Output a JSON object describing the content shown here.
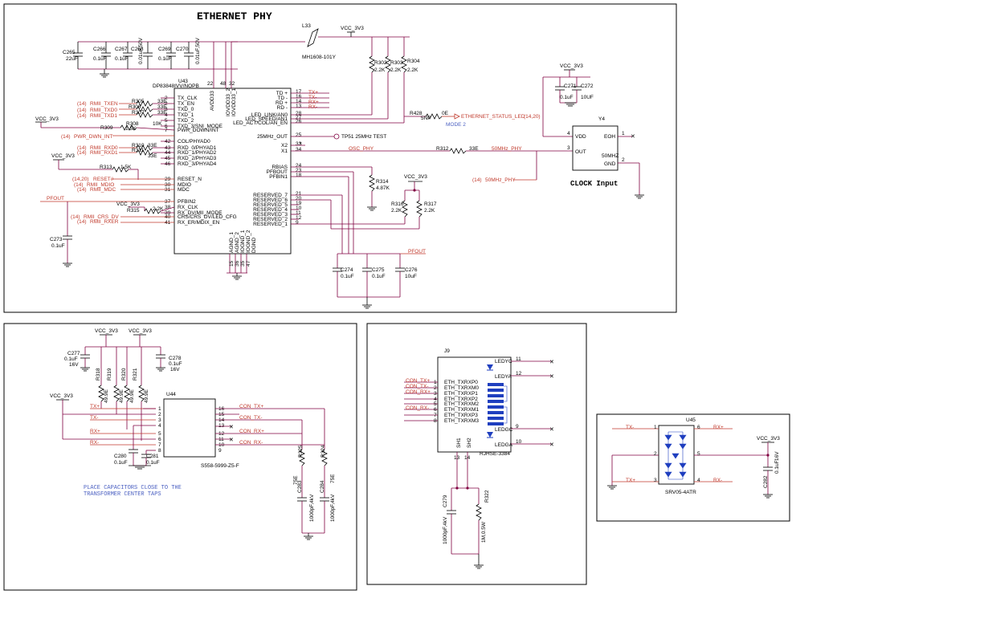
{
  "titles": {
    "main": "ETHERNET PHY",
    "clock": "CLOCK Input"
  },
  "notes": {
    "caps_line1": "PLACE CAPACITORS CLOSE TO THE",
    "caps_line2": "TRANSFORMER CENTER TAPS"
  },
  "nets": {
    "vcc": "VCC_3V3",
    "pfout": "PFOUT",
    "osc": "OSC_PHY",
    "phy50": "50MHz_PHY",
    "eth_status": "ETHERNET_STATUS_LED",
    "mode": "MODE 2",
    "tp": "TP51 25MHz TEST",
    "ref": "(14,20)",
    "ref14": "(14)"
  },
  "u43": {
    "ref": "U43",
    "part": "DP83848IVV/NOPB",
    "left_pins": [
      {
        "num": "2",
        "name": "TX_CLK"
      },
      {
        "num": "2",
        "name": "TX_EN"
      },
      {
        "num": "3",
        "name": "TXD_0"
      },
      {
        "num": "4",
        "name": "TXD_1"
      },
      {
        "num": "5",
        "name": "TXD_2"
      },
      {
        "num": "6",
        "name": "TXD_3/SNI_MODE"
      },
      {
        "num": "7",
        "name": "PWR_DOWN/INT"
      },
      {
        "num": "42",
        "name": "COL/PHYAD0"
      },
      {
        "num": "43",
        "name": "RXD_0/PHYAD1"
      },
      {
        "num": "44",
        "name": "RXD_1/PHYAD2"
      },
      {
        "num": "45",
        "name": "RXD_2/PHYAD3"
      },
      {
        "num": "46",
        "name": "RXD_3/PHYAD4"
      },
      {
        "num": "29",
        "name": "RESET_N"
      },
      {
        "num": "30",
        "name": "MDIO"
      },
      {
        "num": "31",
        "name": "MDC"
      },
      {
        "num": "37",
        "name": "PFBIN2"
      },
      {
        "num": "38",
        "name": "RX_CLK"
      },
      {
        "num": "39",
        "name": "RX_DV/MII_MODE"
      },
      {
        "num": "40",
        "name": "CRS/CRS_DV/LED_CFG"
      },
      {
        "num": "41",
        "name": "RX_ER/MDIX_EN"
      }
    ],
    "right_pins": [
      {
        "num": "17",
        "name": "TD +"
      },
      {
        "num": "16",
        "name": "TD -"
      },
      {
        "num": "14",
        "name": "RD +"
      },
      {
        "num": "13",
        "name": "RD -"
      },
      {
        "num": "28",
        "name": "LED_LINK/AN0"
      },
      {
        "num": "27",
        "name": "LED_SPEED/AN1"
      },
      {
        "num": "26",
        "name": "LED_ACT/COL/AN_EN"
      },
      {
        "num": "25",
        "name": "25MHz_OUT"
      },
      {
        "num": "33",
        "name": "X2"
      },
      {
        "num": "34",
        "name": "X1"
      },
      {
        "num": "24",
        "name": "RBIAS"
      },
      {
        "num": "23",
        "name": "PFBOUT"
      },
      {
        "num": "18",
        "name": "PFBIN1"
      },
      {
        "num": "21",
        "name": "RESERVED_7"
      },
      {
        "num": "20",
        "name": "RESERVED_6"
      },
      {
        "num": "19",
        "name": "RESERVED_5"
      },
      {
        "num": "10",
        "name": "RESERVED_4"
      },
      {
        "num": "11",
        "name": "RESERVED_3"
      },
      {
        "num": "12",
        "name": "RESERVED_2"
      },
      {
        "num": "9",
        "name": "RESERVED_1"
      }
    ],
    "top_pins": [
      {
        "num": "22",
        "name": "AVDD33"
      },
      {
        "num": "48",
        "name": "IOVDD33_2"
      },
      {
        "num": "32",
        "name": "IOVDD33_1"
      }
    ],
    "bottom_pins": [
      {
        "num": "15",
        "name": "AGND_1"
      },
      {
        "num": "36",
        "name": "AGND_2"
      },
      {
        "num": "35",
        "name": "IOGND_1"
      },
      {
        "num": "47",
        "name": "IOGND_2"
      },
      {
        "num": "",
        "name": "DGND"
      }
    ]
  },
  "mii_nets": [
    "RMII_TXEN",
    "RMII_TXD0",
    "RMII_TXD1",
    "PWR_DWN_INT",
    "RMII_RXD0",
    "RMII_RXD1",
    "RESET#",
    "RMII_MDIO",
    "RMII_MDC",
    "RMII_CRS_DV",
    "RMII_RXER"
  ],
  "resistors_top": [
    {
      "ref": "R305",
      "val": "33E"
    },
    {
      "ref": "R306",
      "val": "33E"
    },
    {
      "ref": "R307",
      "val": "33E"
    },
    {
      "ref": "R308",
      "val": "10K"
    },
    {
      "ref": "R309",
      "val": "1.5K"
    },
    {
      "ref": "R310",
      "val": "33E"
    },
    {
      "ref": "R311",
      "val": "33E"
    },
    {
      "ref": "R313",
      "val": "1.5K"
    },
    {
      "ref": "R315",
      "val": "2.2K"
    },
    {
      "ref": "R302",
      "val": "2.2K"
    },
    {
      "ref": "R303",
      "val": "2.2K"
    },
    {
      "ref": "R304",
      "val": "2.2K"
    },
    {
      "ref": "R428",
      "val": "0E"
    },
    {
      "ref": "R312",
      "val": "33E"
    },
    {
      "ref": "R314",
      "val": "4.87K"
    },
    {
      "ref": "R316",
      "val": "2.2K"
    },
    {
      "ref": "R317",
      "val": "2.2K"
    }
  ],
  "caps_top": [
    {
      "ref": "C265",
      "val": "22uF"
    },
    {
      "ref": "C266",
      "val": "0.1uF"
    },
    {
      "ref": "C267",
      "val": "0.1uF"
    },
    {
      "ref": "C268",
      "val": "0.01uF,50V"
    },
    {
      "ref": "C269",
      "val": "0.1uF"
    },
    {
      "ref": "C270",
      "val": "0.01uF,50V"
    },
    {
      "ref": "C273",
      "val": "0.1uF"
    },
    {
      "ref": "C274",
      "val": "0.1uF"
    },
    {
      "ref": "C275",
      "val": "0.1uF"
    },
    {
      "ref": "C276",
      "val": "10uF"
    },
    {
      "ref": "C271",
      "val": "0.1uF"
    },
    {
      "ref": "C272",
      "val": "10UF"
    }
  ],
  "l33": {
    "ref": "L33",
    "part": "MH1608-101Y"
  },
  "y4": {
    "ref": "Y4",
    "pins": [
      {
        "num": "4",
        "name": "VDD"
      },
      {
        "num": "3",
        "name": "OUT"
      },
      {
        "num": "1",
        "name": "EOH"
      },
      {
        "num": "2",
        "name": "GND"
      }
    ],
    "freq": "50MHZ"
  },
  "tx_block": {
    "u44": {
      "ref": "U44",
      "part": "S558-5999-Z5-F"
    },
    "left_nums": [
      "1",
      "2",
      "3",
      "4",
      "5",
      "6",
      "7",
      "8"
    ],
    "right_nums": [
      "16",
      "15",
      "14",
      "13",
      "12",
      "11",
      "10",
      "9"
    ],
    "nets_left": [
      "TX+",
      "TX-",
      "RX+",
      "RX-"
    ],
    "nets_right": [
      "CON_TX+",
      "CON_TX-",
      "CON_RX+",
      "CON_RX-"
    ],
    "resistors": [
      {
        "ref": "R318",
        "val": "49.9E"
      },
      {
        "ref": "R319",
        "val": "49.9E"
      },
      {
        "ref": "R320",
        "val": "49.9E"
      },
      {
        "ref": "R321",
        "val": "49.9E"
      },
      {
        "ref": "R325",
        "val": "75E"
      },
      {
        "ref": "R324",
        "val": "75E"
      }
    ],
    "caps": [
      {
        "ref": "C277",
        "val": "0.1uF",
        "v": "16V"
      },
      {
        "ref": "C278",
        "val": "0.1uF",
        "v": "16V"
      },
      {
        "ref": "C280",
        "val": "0.1uF"
      },
      {
        "ref": "C281",
        "val": "0.1uF"
      },
      {
        "ref": "C283",
        "val": "1000pF,4kV"
      },
      {
        "ref": "C284",
        "val": "1000pF,4kV"
      }
    ]
  },
  "j9": {
    "ref": "J9",
    "part": "RJHSE-3384",
    "left_pins": [
      {
        "num": "1",
        "net": "CON_TX+",
        "name": "ETH_TXRXP0"
      },
      {
        "num": "2",
        "net": "CON_TX-",
        "name": "ETH_TXRXM0"
      },
      {
        "num": "3",
        "net": "CON_RX+",
        "name": "ETH_TXRXP1"
      },
      {
        "num": "4",
        "net": "",
        "name": "ETH_TXRXP2"
      },
      {
        "num": "5",
        "net": "",
        "name": "ETH_TXRXM2"
      },
      {
        "num": "6",
        "net": "CON_RX-",
        "name": "ETH_TXRXM1"
      },
      {
        "num": "7",
        "net": "",
        "name": "ETH_TXRXP3"
      },
      {
        "num": "8",
        "net": "",
        "name": "ETH_TXRXM3"
      }
    ],
    "right_pins": [
      {
        "num": "11",
        "name": "LEDYC"
      },
      {
        "num": "12",
        "name": "LEDYA"
      },
      {
        "num": "9",
        "name": "LEDGC"
      },
      {
        "num": "10",
        "name": "LEDGA"
      }
    ],
    "shield": [
      {
        "num": "13",
        "name": "SH1"
      },
      {
        "num": "14",
        "name": "SH2"
      }
    ],
    "parts": [
      {
        "ref": "C279",
        "val": "1000pF,4kV"
      },
      {
        "ref": "R322",
        "val": "1M,0.5W"
      }
    ]
  },
  "u45": {
    "ref": "U45",
    "part": "SRV05-4ATR",
    "pins": [
      {
        "num": "1",
        "net": "TX-"
      },
      {
        "num": "6",
        "net": "RX+"
      },
      {
        "num": "2",
        "net": ""
      },
      {
        "num": "5",
        "net": ""
      },
      {
        "num": "3",
        "net": "TX+"
      },
      {
        "num": "4",
        "net": "RX-"
      }
    ],
    "cap": {
      "ref": "C282",
      "val": "0.1uF",
      "v": "16V"
    }
  }
}
